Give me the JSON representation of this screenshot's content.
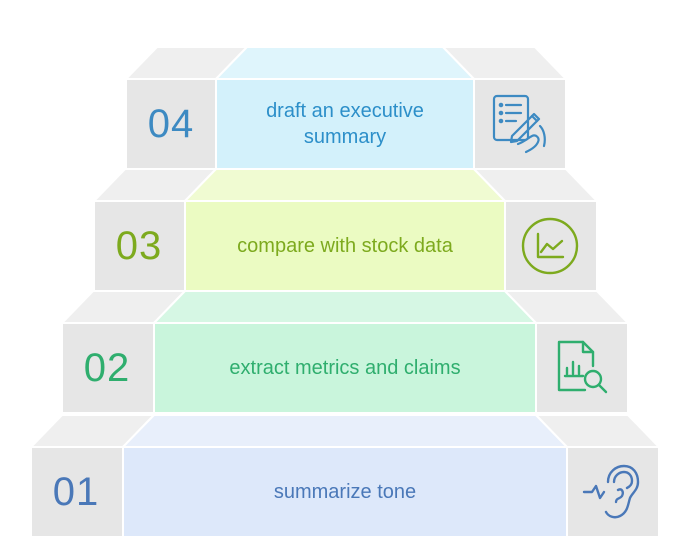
{
  "steps": [
    {
      "number": "01",
      "label": "summarize tone",
      "label_line2": "",
      "icon": "ear-sound-icon",
      "colors": {
        "front": "#dde8fa",
        "top": "#e8effb",
        "text": "#4a78b8",
        "number": "#4a78b8",
        "icon": "#4a78b8"
      }
    },
    {
      "number": "02",
      "label": "extract metrics and claims",
      "label_line2": "",
      "icon": "document-chart-search-icon",
      "colors": {
        "front": "#c9f5dc",
        "top": "#d6f7e4",
        "text": "#2fae6e",
        "number": "#2fae6e",
        "icon": "#2fae6e"
      }
    },
    {
      "number": "03",
      "label": "compare with stock data",
      "label_line2": "",
      "icon": "line-chart-circle-icon",
      "colors": {
        "front": "#ebfbc2",
        "top": "#f0fbd2",
        "text": "#7daa1e",
        "number": "#7daa1e",
        "icon": "#7daa1e"
      }
    },
    {
      "number": "04",
      "label": "draft an executive",
      "label_line2": "summary",
      "icon": "document-pen-icon",
      "colors": {
        "front": "#d3f1fb",
        "top": "#dff5fc",
        "text": "#2c8fc9",
        "number": "#3d8ac2",
        "icon": "#3d8ac2"
      }
    }
  ],
  "colors": {
    "side_face": "#e6e6e6",
    "side_top": "#efefef",
    "edge": "#ffffff"
  }
}
